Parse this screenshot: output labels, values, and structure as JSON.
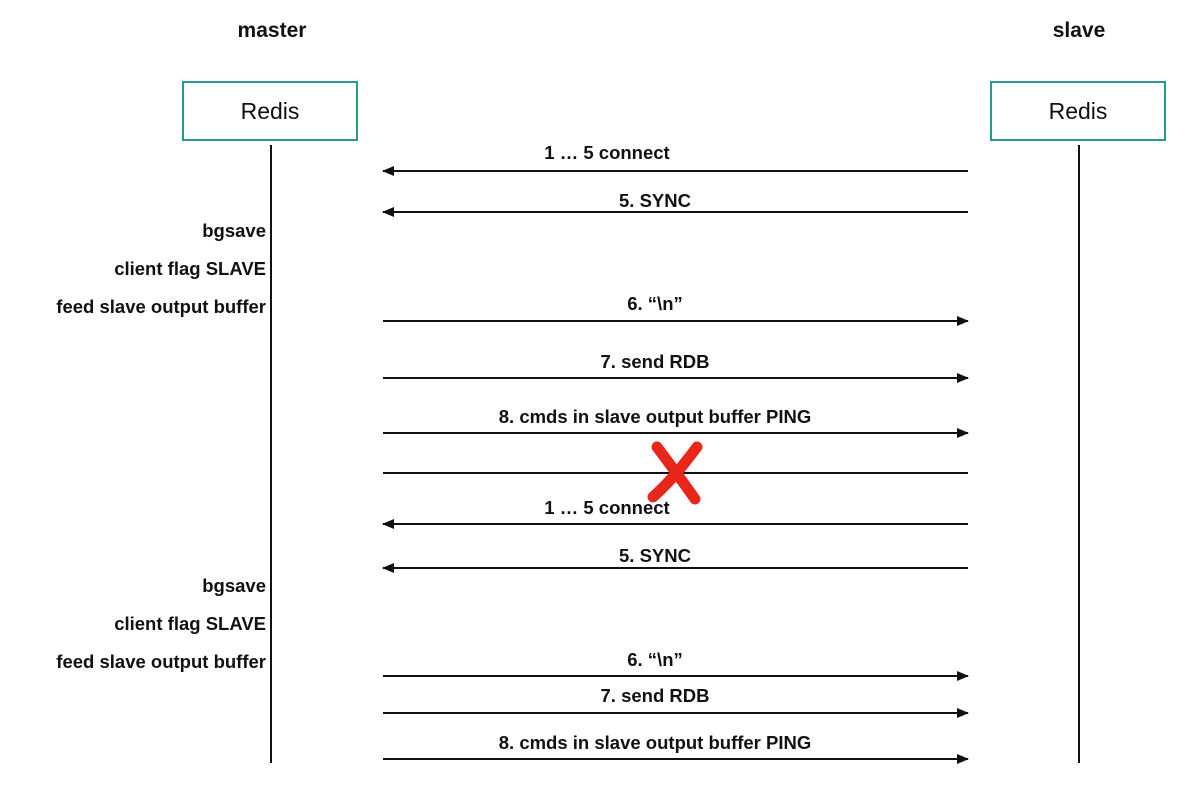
{
  "participants": {
    "master": {
      "role": "master",
      "box": "Redis"
    },
    "slave": {
      "role": "slave",
      "box": "Redis"
    }
  },
  "colors": {
    "node_border": "#2a9a8c",
    "line": "#111111",
    "failure_mark": "#e8261b"
  },
  "messages": [
    {
      "text": "1 … 5 connect",
      "direction": "slave-to-master"
    },
    {
      "text": "5. SYNC",
      "direction": "slave-to-master"
    },
    {
      "text": "6. “\\n”",
      "direction": "master-to-slave"
    },
    {
      "text": "7. send RDB",
      "direction": "master-to-slave"
    },
    {
      "text": "8. cmds in slave output buffer PING",
      "direction": "master-to-slave"
    },
    {
      "text": "",
      "direction": "broken",
      "failure_icon": "red-x-icon"
    },
    {
      "text": "1 … 5 connect",
      "direction": "slave-to-master"
    },
    {
      "text": "5. SYNC",
      "direction": "slave-to-master"
    },
    {
      "text": "6. “\\n”",
      "direction": "master-to-slave"
    },
    {
      "text": "7. send RDB",
      "direction": "master-to-slave"
    },
    {
      "text": "8. cmds in slave output buffer PING",
      "direction": "master-to-slave"
    }
  ],
  "master_notes": [
    "bgsave",
    "client flag SLAVE",
    "feed  slave output buffer",
    "bgsave",
    "client flag SLAVE",
    "feed  slave output buffer"
  ]
}
